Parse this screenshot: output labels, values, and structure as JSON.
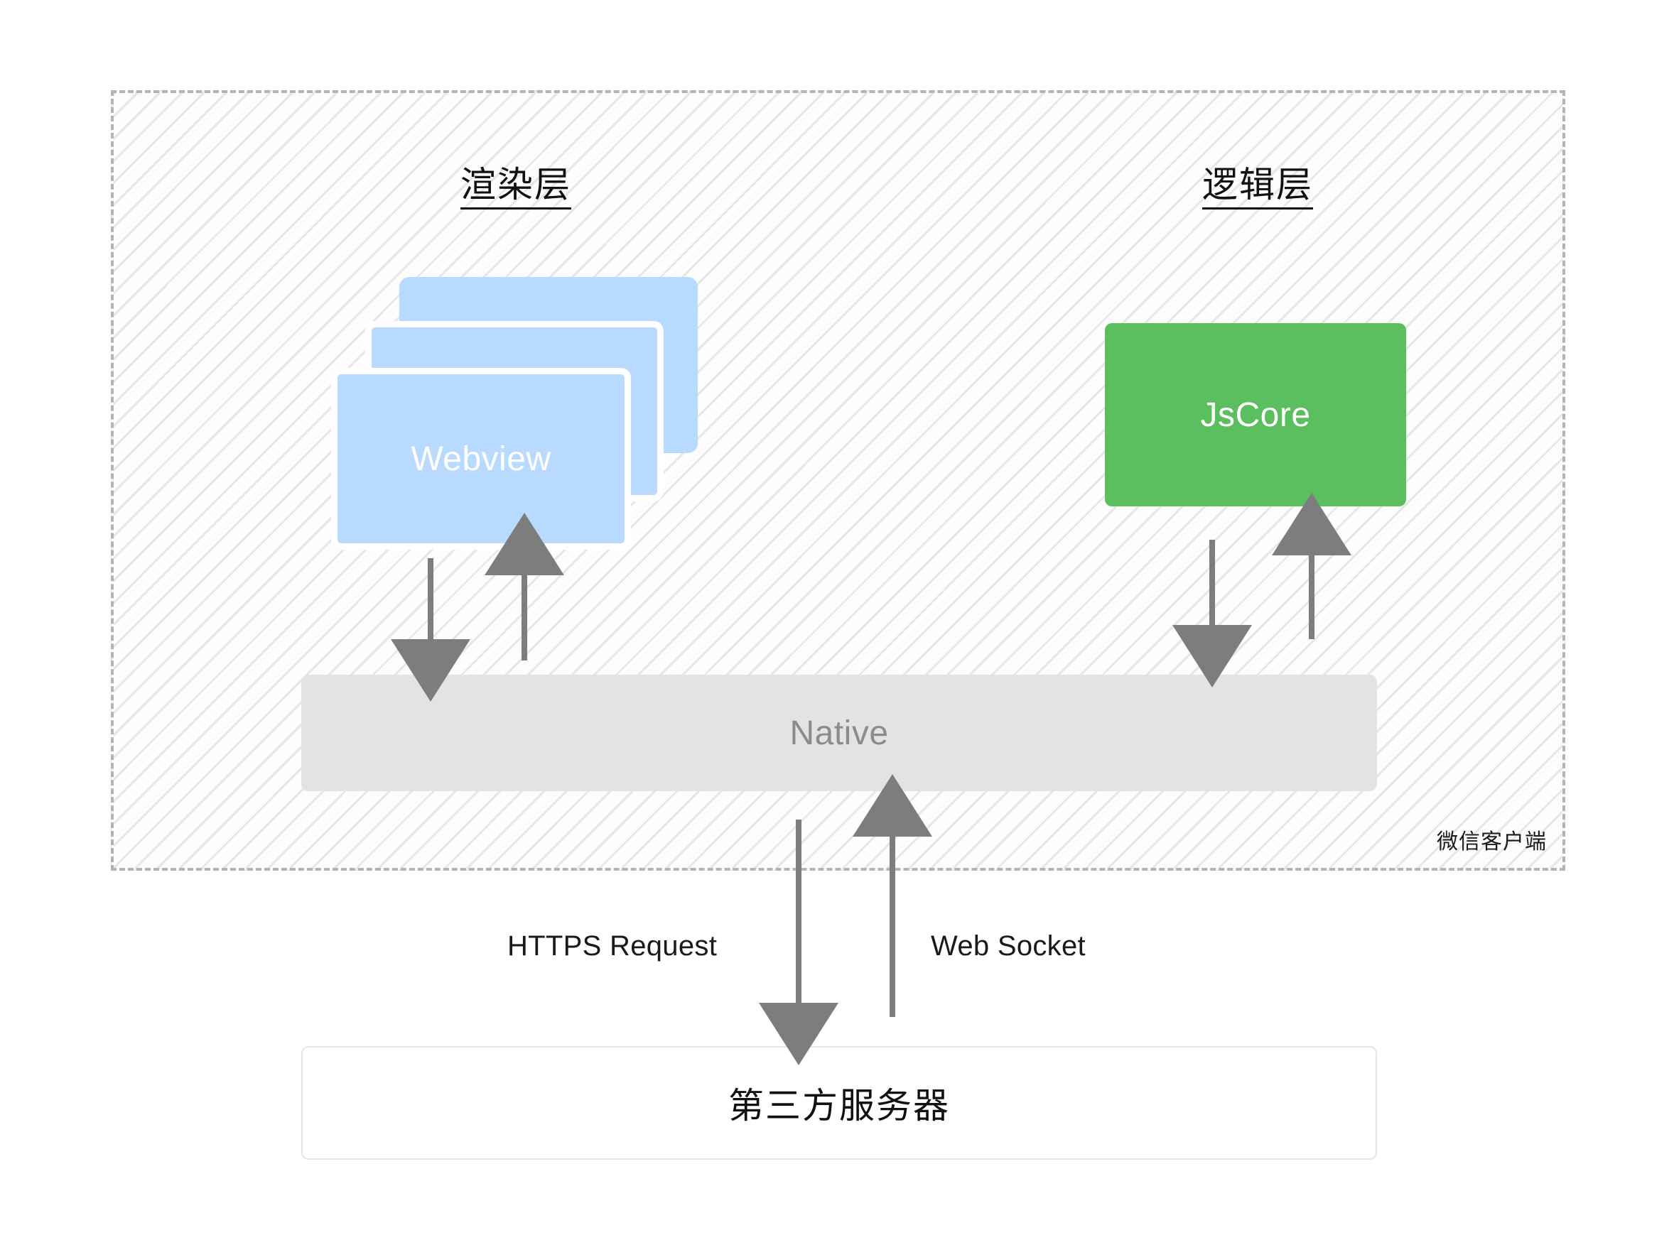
{
  "diagram": {
    "title_render_layer": "渲染层",
    "title_logic_layer": "逻辑层",
    "client_container_label": "微信客户端",
    "webview_label": "Webview",
    "jscore_label": "JsCore",
    "native_label": "Native",
    "server_label": "第三方服务器",
    "connection_https_label": "HTTPS Request",
    "connection_websocket_label": "Web Socket"
  },
  "colors": {
    "webview_fill": "#b9daff",
    "webview_border": "#ffffff",
    "jscore_fill": "#5cbf5f",
    "native_fill": "#e3e3e3",
    "native_text": "#8c8c8c",
    "arrow_stroke": "#7d7d7d",
    "dashed_border": "#b4b4b4",
    "hatch_line": "#e6e6e6",
    "server_border": "#e6e6e6",
    "text_dark": "#111111",
    "text_on_fill": "#ffffff"
  },
  "structure": {
    "webview_card_count": 3,
    "arrows": [
      {
        "name": "webview-to-native",
        "direction": "down",
        "from": "Webview",
        "to": "Native"
      },
      {
        "name": "native-to-webview",
        "direction": "up",
        "from": "Native",
        "to": "Webview"
      },
      {
        "name": "jscore-to-native",
        "direction": "down",
        "from": "JsCore",
        "to": "Native"
      },
      {
        "name": "native-to-jscore",
        "direction": "up",
        "from": "Native",
        "to": "JsCore"
      },
      {
        "name": "native-to-server",
        "direction": "down",
        "from": "Native",
        "to": "第三方服务器"
      },
      {
        "name": "server-to-native",
        "direction": "up",
        "from": "第三方服务器",
        "to": "Native"
      }
    ]
  }
}
